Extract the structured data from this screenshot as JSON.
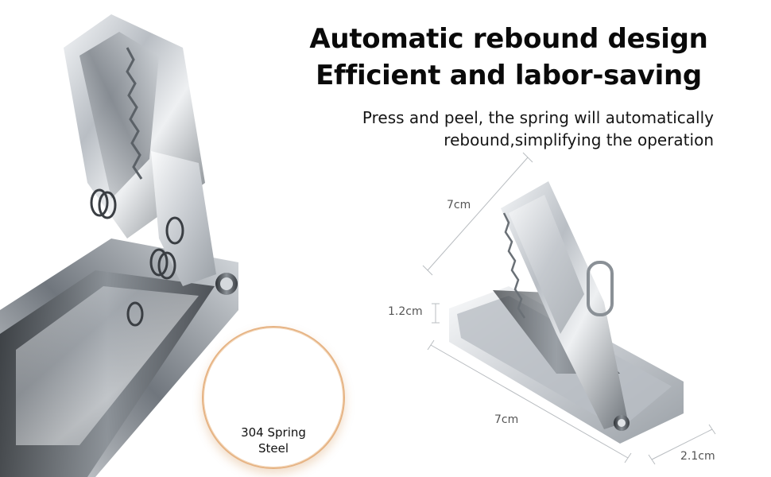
{
  "headline": {
    "line1": "Automatic rebound design",
    "line2": "Efficient and labor-saving"
  },
  "subheadline": {
    "line1": "Press and peel, the spring will automatically",
    "line2": "rebound,simplifying the operation"
  },
  "dimensions": {
    "top_length": "7cm",
    "height": "1.2cm",
    "bottom_length": "7cm",
    "width": "2.1cm"
  },
  "badge": {
    "icon": "spring-coil-icon",
    "line1": "304 Spring",
    "line2": "Steel",
    "ring_color": "#e6b383"
  },
  "colors": {
    "steel_light": "#e9ecef",
    "steel_mid": "#a7adb3",
    "steel_dark": "#3b3f44"
  }
}
